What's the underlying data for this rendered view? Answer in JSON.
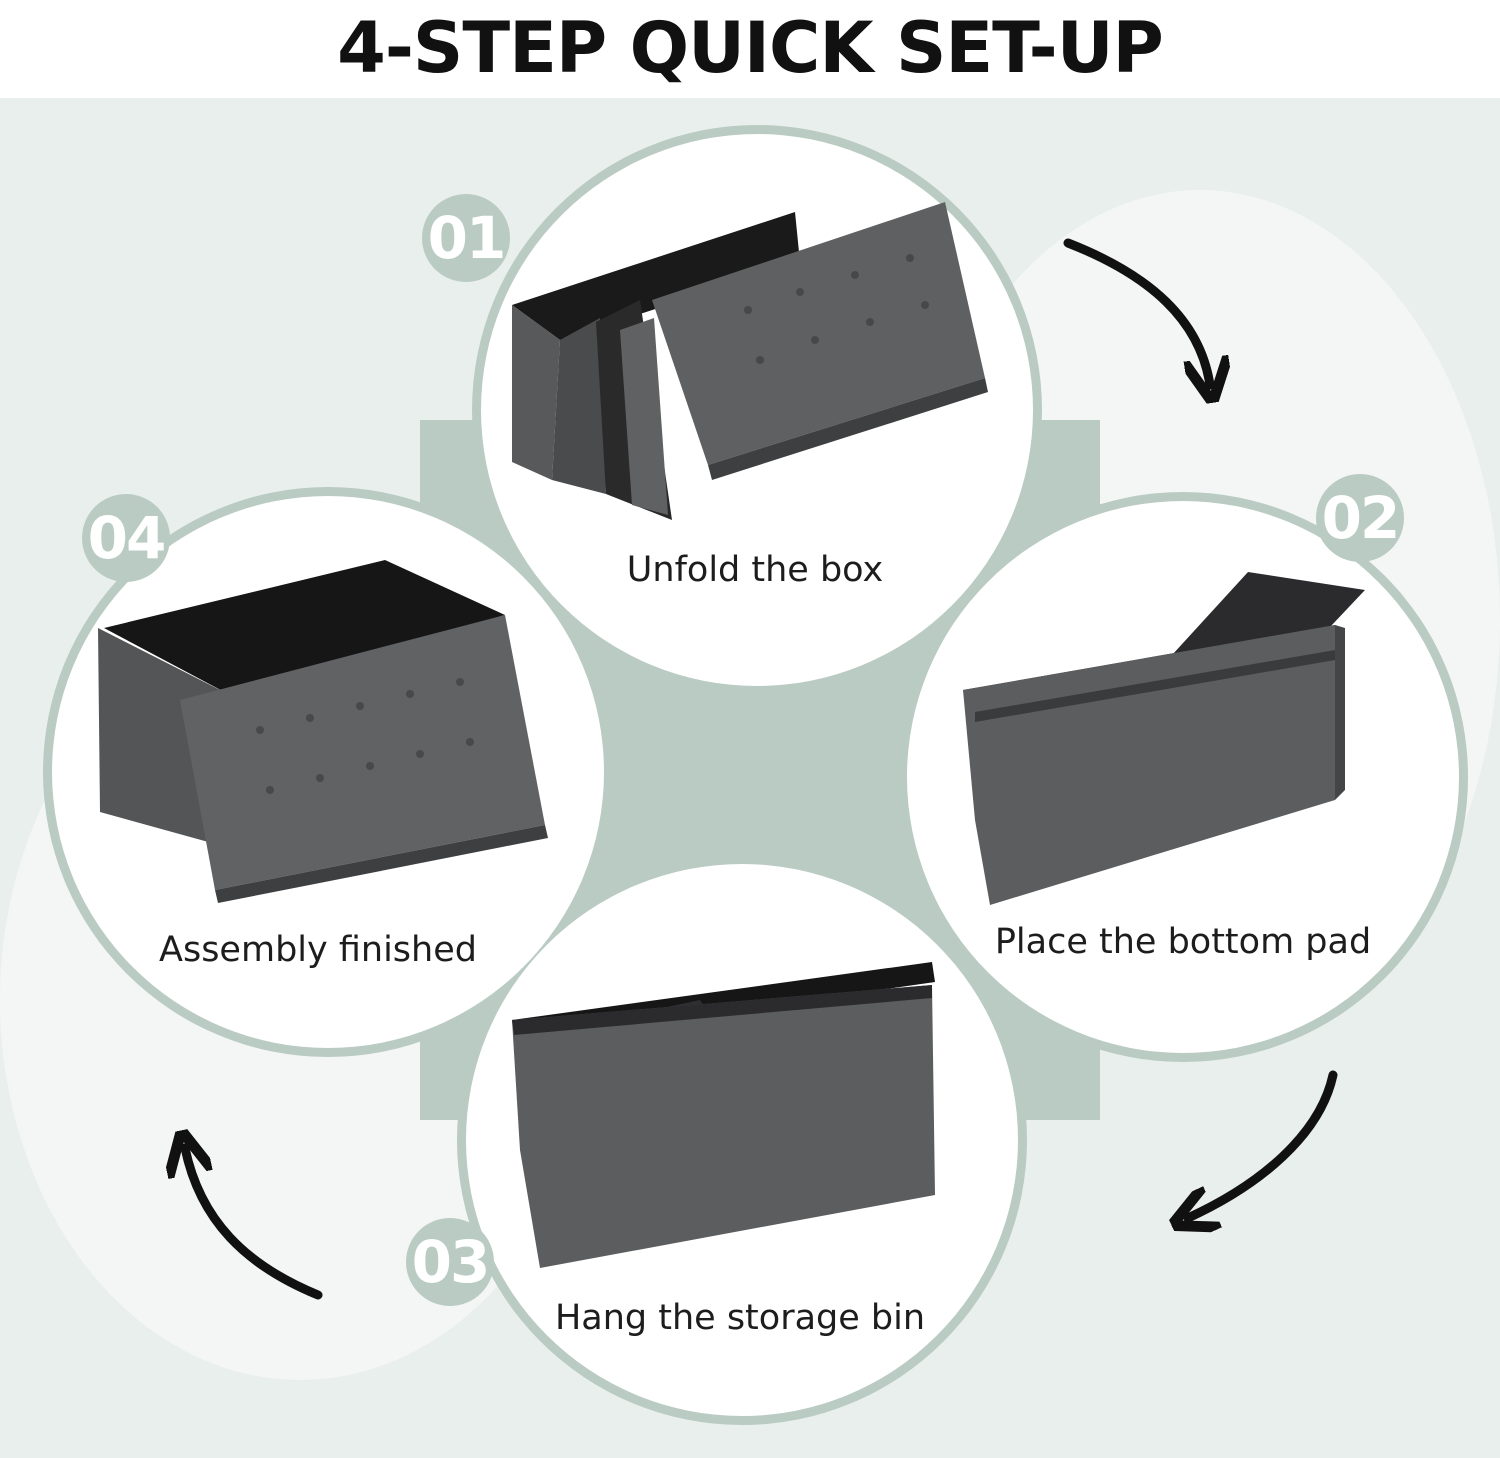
{
  "header": {
    "title": "4-STEP QUICK SET-UP"
  },
  "steps": [
    {
      "number": "01",
      "caption": "Unfold the box"
    },
    {
      "number": "02",
      "caption": "Place the bottom pad"
    },
    {
      "number": "03",
      "caption": "Hang the storage bin"
    },
    {
      "number": "04",
      "caption": "Assembly finished"
    }
  ],
  "colors": {
    "panel_background": "#e9efec",
    "sage": "#b9cbc2",
    "fabric": "#5a5b5d",
    "fabric_dark": "#3b3c3e",
    "interior": "#161616",
    "arrow": "#111111"
  },
  "icons": [
    "arrow-curved-icon"
  ]
}
